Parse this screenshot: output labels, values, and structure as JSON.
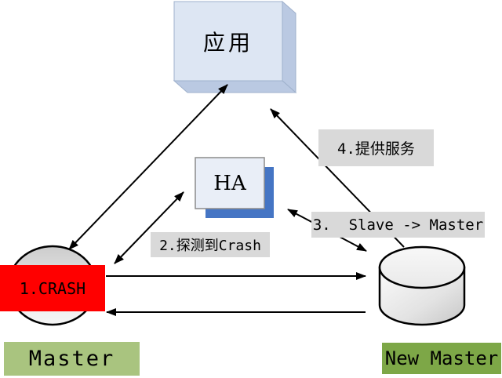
{
  "diagram": {
    "title_hint": "MySQL HA failover diagram",
    "app_box": {
      "label": "应用"
    },
    "ha_box": {
      "label": "HA"
    },
    "master": {
      "label": "Master",
      "crash_label": "1.CRASH"
    },
    "new_master": {
      "label": "New Master"
    },
    "steps": {
      "step2": "2.探测到Crash",
      "step3": "3.  Slave -> Master",
      "step4": "4.提供服务"
    },
    "colors": {
      "crash-red": "#ff0000",
      "label-gray": "#d9d9d9",
      "master-green": "#a9c47f",
      "newmaster-green": "#7da747",
      "app-box-fill": "#dde6f3",
      "app-box-side": "#bac9e2",
      "ha-front-fill": "#e9eef7",
      "ha-back-blue": "#4575c4",
      "arrow-black": "#000000"
    }
  }
}
